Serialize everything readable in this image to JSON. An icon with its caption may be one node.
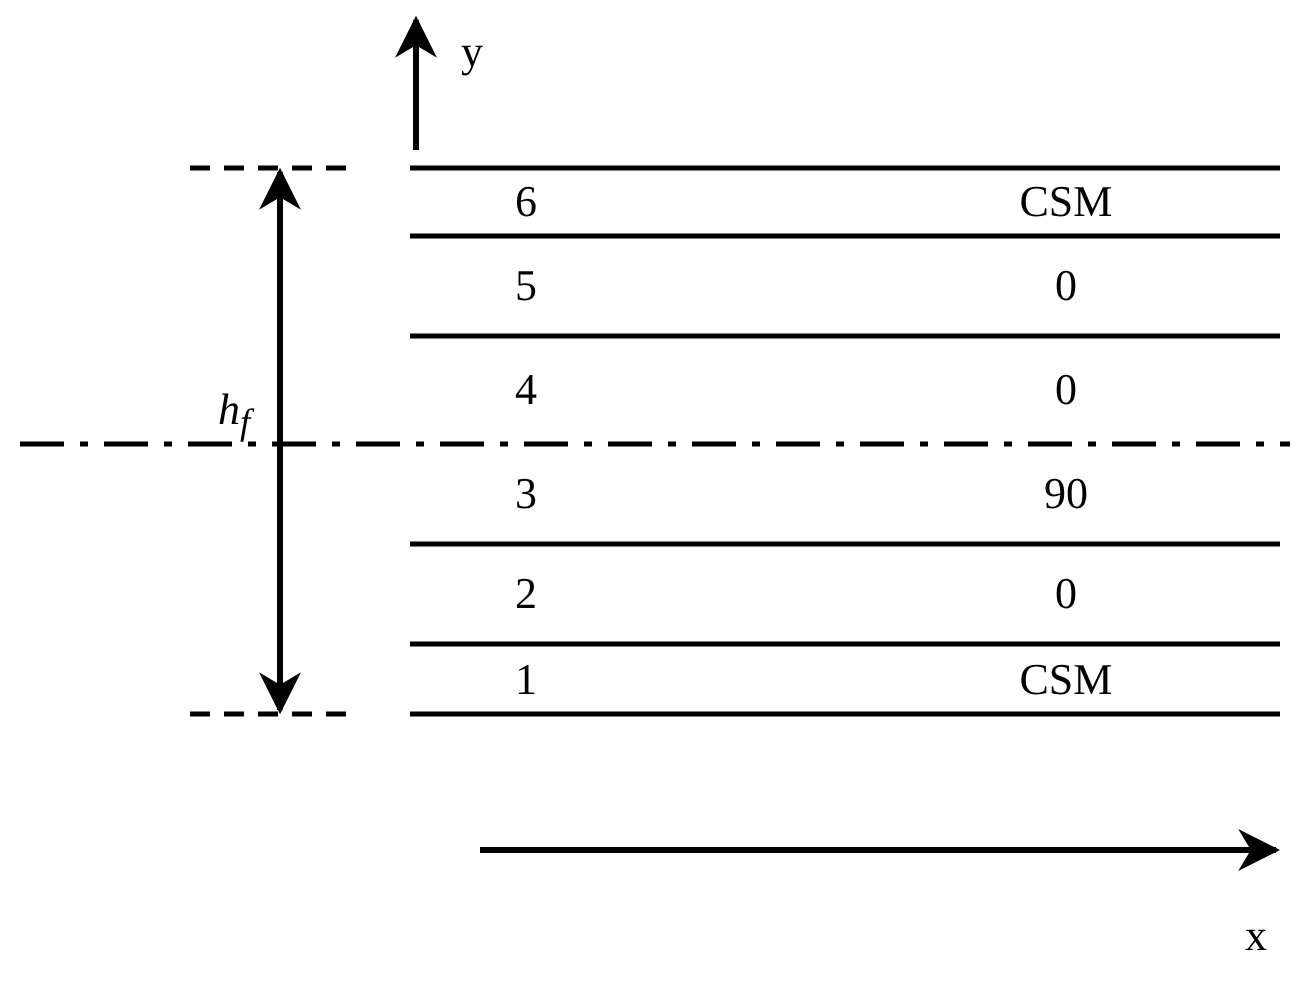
{
  "diagram": {
    "labels": [
      "y",
      "6",
      "CSM",
      "5",
      "0",
      "h$_{f}$",
      "4",
      "0",
      "3",
      "90",
      "2",
      "0",
      "1",
      "CSM",
      "x"
    ]
  }
}
